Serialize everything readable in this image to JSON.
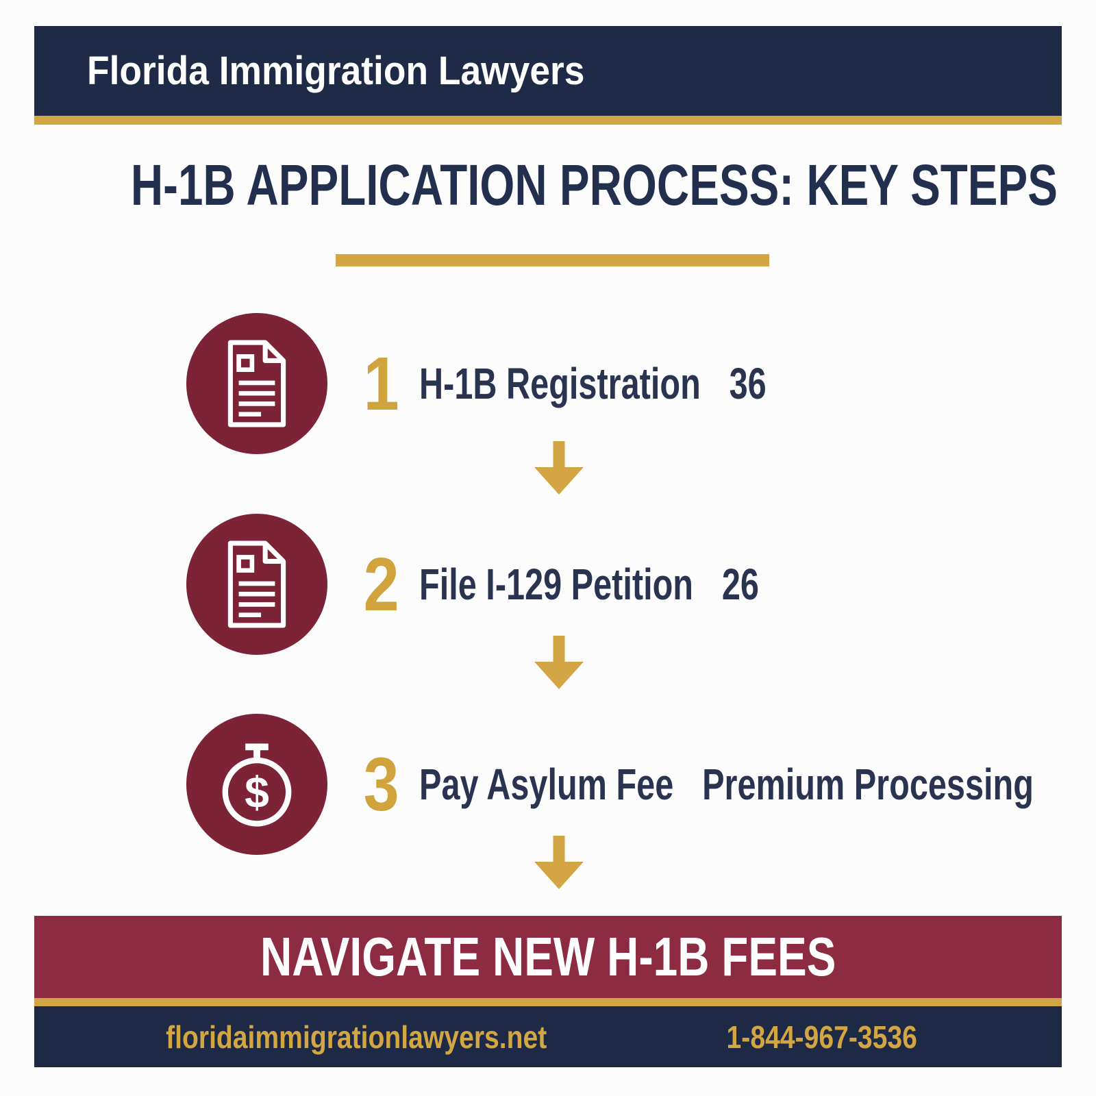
{
  "colors": {
    "navy": "#1f2a47",
    "text_navy": "#2a3350",
    "gold": "#d2a643",
    "circle_maroon": "#7d2338",
    "banner_maroon": "#8d2b42",
    "white": "#ffffff"
  },
  "header": {
    "brand": "Florida Immigration Lawyers"
  },
  "title": "H-1B APPLICATION PROCESS: KEY STEPS",
  "steps": [
    {
      "number": "1",
      "icon": "document-icon",
      "label": "H-1B Registration",
      "value": "36"
    },
    {
      "number": "2",
      "icon": "document-icon",
      "label": "File I-129 Petition",
      "value": "26"
    },
    {
      "number": "3",
      "icon": "stopwatch-dollar-icon",
      "label": "Pay Asylum Fee",
      "value": "Premium Processing"
    }
  ],
  "arrows": [
    "down-arrow-icon",
    "down-arrow-icon",
    "down-arrow-icon"
  ],
  "banner": {
    "text": "NAVIGATE NEW H-1B FEES"
  },
  "footer": {
    "website": "floridaimmigrationlawyers.net",
    "phone": "1-844-967-3536"
  }
}
